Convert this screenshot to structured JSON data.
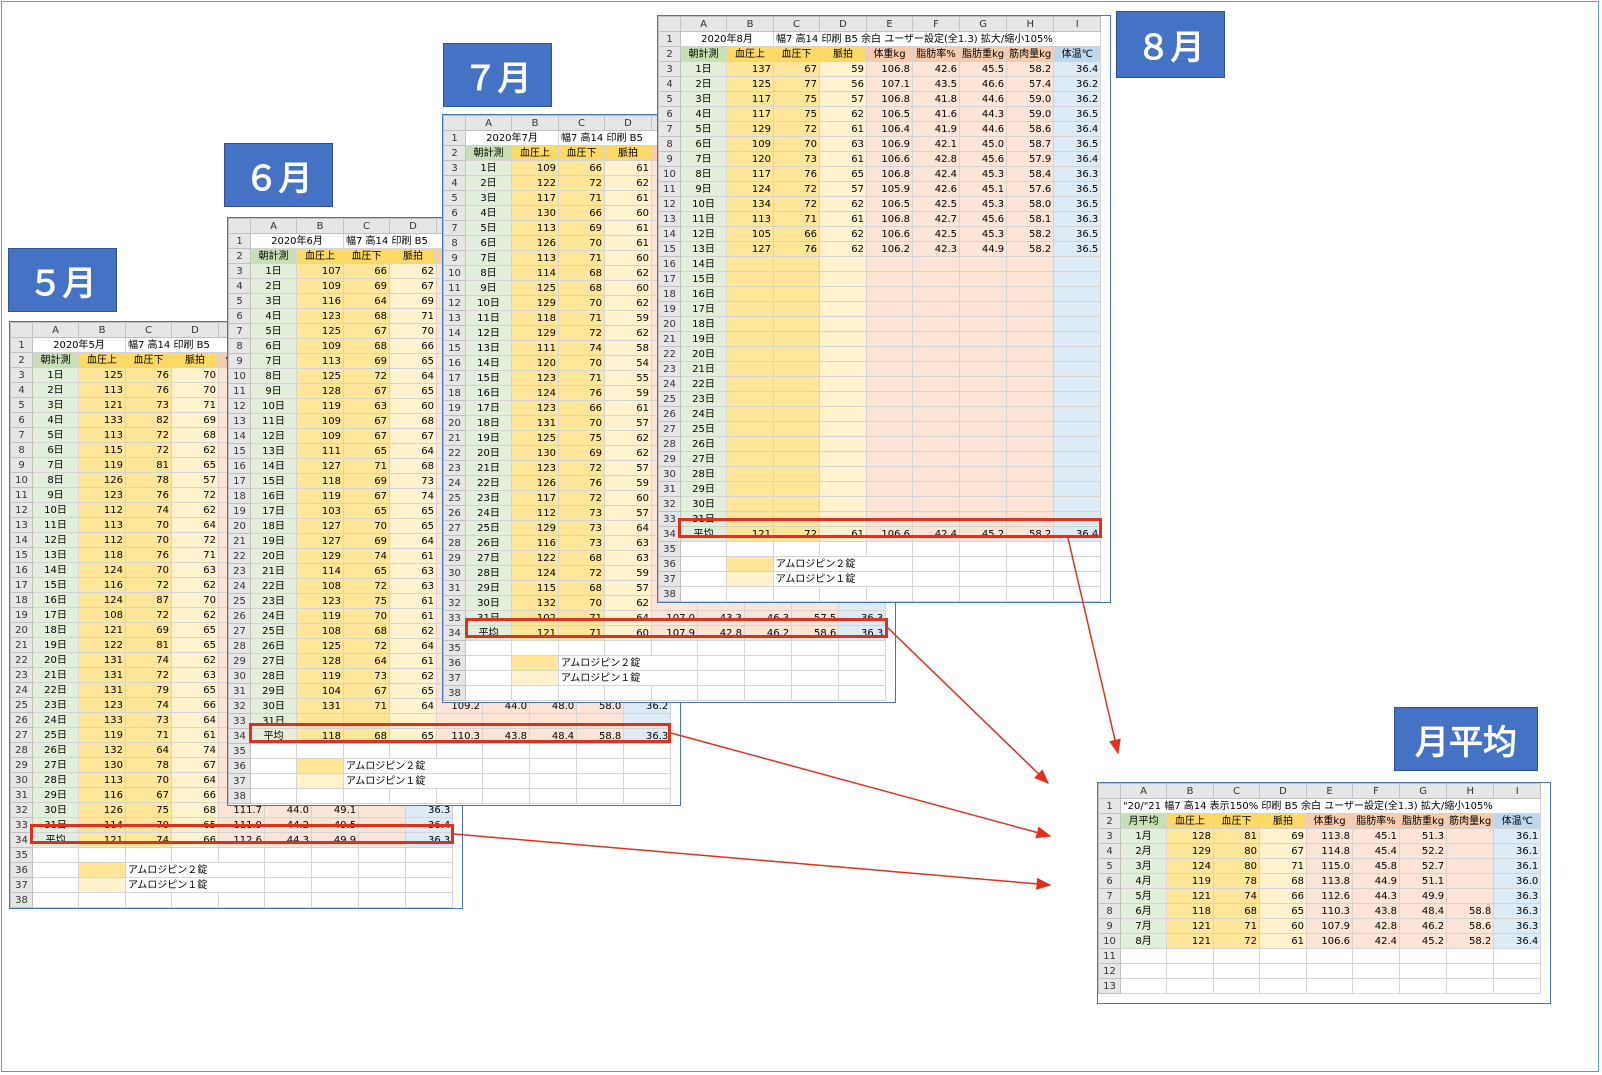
{
  "labels": {
    "may": "５月",
    "jun": "６月",
    "jul": "７月",
    "aug": "８月",
    "avg": "月平均"
  },
  "cols": [
    "A",
    "B",
    "C",
    "D",
    "E",
    "F",
    "G",
    "H",
    "I"
  ],
  "header_row": [
    "朝計測",
    "血圧上",
    "血圧下",
    "脈拍",
    "体重kg",
    "脂肪率%",
    "脂肪重kg",
    "筋肉量kg",
    "体温℃"
  ],
  "avg_header_row": [
    "月平均",
    "血圧上",
    "血圧下",
    "脈拍",
    "体重kg",
    "脂肪率%",
    "脂肪重kg",
    "筋肉量kg",
    "体温℃"
  ],
  "avg_label": "平均",
  "legend": {
    "two": "アムロジピン２錠",
    "one": "アムロジピン１錠"
  },
  "sheets": {
    "may": {
      "title_a": "2020年5月",
      "title_b": "幅7 高14 印刷 B5",
      "rows": [
        [
          "1日",
          125,
          76,
          70
        ],
        [
          "2日",
          113,
          76,
          70
        ],
        [
          "3日",
          121,
          73,
          71
        ],
        [
          "4日",
          133,
          82,
          69
        ],
        [
          "5日",
          113,
          72,
          68
        ],
        [
          "6日",
          115,
          72,
          62
        ],
        [
          "7日",
          119,
          81,
          65
        ],
        [
          "8日",
          126,
          78,
          57
        ],
        [
          "9日",
          123,
          76,
          72
        ],
        [
          "10日",
          112,
          74,
          62
        ],
        [
          "11日",
          113,
          70,
          64
        ],
        [
          "12日",
          112,
          70,
          72
        ],
        [
          "13日",
          118,
          76,
          71
        ],
        [
          "14日",
          124,
          70,
          63
        ],
        [
          "15日",
          116,
          72,
          62
        ],
        [
          "16日",
          124,
          87,
          70
        ],
        [
          "17日",
          108,
          72,
          62
        ],
        [
          "18日",
          121,
          69,
          65
        ],
        [
          "19日",
          122,
          81,
          65
        ],
        [
          "20日",
          131,
          74,
          62
        ],
        [
          "21日",
          131,
          72,
          63
        ],
        [
          "22日",
          131,
          79,
          65
        ],
        [
          "23日",
          123,
          74,
          66
        ],
        [
          "24日",
          133,
          73,
          64
        ],
        [
          "25日",
          119,
          71,
          61
        ],
        [
          "26日",
          132,
          64,
          74
        ],
        [
          "27日",
          130,
          78,
          67
        ],
        [
          "28日",
          113,
          70,
          64
        ],
        [
          "29日",
          116,
          67,
          66
        ],
        [
          "30日",
          126,
          75,
          68,
          "111.7",
          "44.0",
          "49.1",
          "",
          "36.3"
        ],
        [
          "31日",
          114,
          70,
          65,
          "111.9",
          "44.2",
          "49.5",
          "",
          "36.4"
        ]
      ],
      "avg": [
        121,
        74,
        66,
        "112.6",
        "44.3",
        "49.9",
        "",
        "36.3"
      ]
    },
    "jun": {
      "title_a": "2020年6月",
      "title_b": "幅7 高14 印刷 B5",
      "rows": [
        [
          "1日",
          107,
          66,
          62
        ],
        [
          "2日",
          109,
          69,
          67
        ],
        [
          "3日",
          116,
          64,
          69
        ],
        [
          "4日",
          123,
          68,
          71
        ],
        [
          "5日",
          125,
          67,
          70
        ],
        [
          "6日",
          109,
          68,
          66
        ],
        [
          "7日",
          113,
          69,
          65
        ],
        [
          "8日",
          125,
          72,
          64
        ],
        [
          "9日",
          128,
          67,
          65
        ],
        [
          "10日",
          119,
          63,
          60
        ],
        [
          "11日",
          109,
          67,
          68
        ],
        [
          "12日",
          109,
          67,
          67
        ],
        [
          "13日",
          111,
          65,
          64
        ],
        [
          "14日",
          127,
          71,
          68
        ],
        [
          "15日",
          118,
          69,
          73
        ],
        [
          "16日",
          119,
          67,
          74
        ],
        [
          "17日",
          103,
          65,
          65
        ],
        [
          "18日",
          127,
          70,
          65
        ],
        [
          "19日",
          127,
          69,
          64
        ],
        [
          "20日",
          129,
          74,
          61
        ],
        [
          "21日",
          114,
          65,
          63
        ],
        [
          "22日",
          108,
          72,
          63
        ],
        [
          "23日",
          123,
          75,
          61
        ],
        [
          "24日",
          119,
          70,
          61
        ],
        [
          "25日",
          108,
          68,
          62
        ],
        [
          "26日",
          125,
          72,
          64
        ],
        [
          "27日",
          128,
          64,
          61
        ],
        [
          "28日",
          119,
          73,
          62
        ],
        [
          "29日",
          104,
          67,
          65
        ],
        [
          "30日",
          131,
          71,
          64,
          "109.2",
          "44.0",
          "48.0",
          "58.0",
          "36.2"
        ],
        [
          "31日",
          "",
          "",
          "",
          "",
          "",
          "",
          "",
          ""
        ]
      ],
      "avg": [
        118,
        68,
        65,
        "110.3",
        "43.8",
        "48.4",
        "58.8",
        "36.3"
      ]
    },
    "jul": {
      "title_a": "2020年7月",
      "title_b": "幅7 高14 印刷 B5",
      "rows": [
        [
          "1日",
          109,
          66,
          61
        ],
        [
          "2日",
          122,
          72,
          62
        ],
        [
          "3日",
          117,
          71,
          61
        ],
        [
          "4日",
          130,
          66,
          60
        ],
        [
          "5日",
          113,
          69,
          61
        ],
        [
          "6日",
          126,
          70,
          61
        ],
        [
          "7日",
          113,
          71,
          60
        ],
        [
          "8日",
          114,
          68,
          62
        ],
        [
          "9日",
          125,
          68,
          60
        ],
        [
          "10日",
          129,
          70,
          62
        ],
        [
          "11日",
          118,
          71,
          59
        ],
        [
          "12日",
          129,
          72,
          62
        ],
        [
          "13日",
          111,
          74,
          58
        ],
        [
          "14日",
          120,
          70,
          54
        ],
        [
          "15日",
          123,
          71,
          55
        ],
        [
          "16日",
          124,
          76,
          59
        ],
        [
          "17日",
          123,
          66,
          61
        ],
        [
          "18日",
          131,
          70,
          57
        ],
        [
          "19日",
          125,
          75,
          62
        ],
        [
          "20日",
          130,
          69,
          62
        ],
        [
          "21日",
          123,
          72,
          57
        ],
        [
          "22日",
          126,
          76,
          59
        ],
        [
          "23日",
          117,
          72,
          60
        ],
        [
          "24日",
          112,
          73,
          57
        ],
        [
          "25日",
          129,
          73,
          64
        ],
        [
          "26日",
          116,
          73,
          63
        ],
        [
          "27日",
          122,
          68,
          63
        ],
        [
          "28日",
          124,
          72,
          59
        ],
        [
          "29日",
          115,
          68,
          57
        ],
        [
          "30日",
          132,
          70,
          62
        ],
        [
          "31日",
          102,
          71,
          64,
          "107.0",
          "43.3",
          "46.3",
          "57.5",
          "36.3"
        ]
      ],
      "avg": [
        121,
        71,
        60,
        "107.9",
        "42.8",
        "46.2",
        "58.6",
        "36.3"
      ]
    },
    "aug": {
      "title_a": "2020年8月",
      "title_b": "幅7 高14 印刷 B5 余白 ユーザー設定(全1.3) 拡大/縮小105%",
      "rows": [
        [
          "1日",
          137,
          67,
          59,
          "106.8",
          "42.6",
          "45.5",
          "58.2",
          "36.4"
        ],
        [
          "2日",
          125,
          77,
          56,
          "107.1",
          "43.5",
          "46.6",
          "57.4",
          "36.2"
        ],
        [
          "3日",
          117,
          75,
          57,
          "106.8",
          "41.8",
          "44.6",
          "59.0",
          "36.2"
        ],
        [
          "4日",
          117,
          75,
          62,
          "106.5",
          "41.6",
          "44.3",
          "59.0",
          "36.5"
        ],
        [
          "5日",
          129,
          72,
          61,
          "106.4",
          "41.9",
          "44.6",
          "58.6",
          "36.4"
        ],
        [
          "6日",
          109,
          70,
          63,
          "106.9",
          "42.1",
          "45.0",
          "58.7",
          "36.5"
        ],
        [
          "7日",
          120,
          73,
          61,
          "106.6",
          "42.8",
          "45.6",
          "57.9",
          "36.4"
        ],
        [
          "8日",
          117,
          76,
          65,
          "106.8",
          "42.4",
          "45.3",
          "58.4",
          "36.3"
        ],
        [
          "9日",
          124,
          72,
          57,
          "105.9",
          "42.6",
          "45.1",
          "57.6",
          "36.5"
        ],
        [
          "10日",
          134,
          72,
          62,
          "106.5",
          "42.5",
          "45.3",
          "58.0",
          "36.5"
        ],
        [
          "11日",
          113,
          71,
          61,
          "106.8",
          "42.7",
          "45.6",
          "58.1",
          "36.3"
        ],
        [
          "12日",
          105,
          66,
          62,
          "106.6",
          "42.5",
          "45.3",
          "58.2",
          "36.5"
        ],
        [
          "13日",
          127,
          76,
          62,
          "106.2",
          "42.3",
          "44.9",
          "58.2",
          "36.5"
        ],
        [
          "14日"
        ],
        [
          "15日"
        ],
        [
          "16日"
        ],
        [
          "17日"
        ],
        [
          "18日"
        ],
        [
          "19日"
        ],
        [
          "20日"
        ],
        [
          "21日"
        ],
        [
          "22日"
        ],
        [
          "23日"
        ],
        [
          "24日"
        ],
        [
          "25日"
        ],
        [
          "26日"
        ],
        [
          "27日"
        ],
        [
          "28日"
        ],
        [
          "29日"
        ],
        [
          "30日"
        ],
        [
          "31日"
        ]
      ],
      "avg": [
        121,
        72,
        61,
        "106.6",
        "42.4",
        "45.2",
        "58.2",
        "36.4"
      ]
    },
    "avg": {
      "title_a": "\"20/\"21 幅7 高14 表示150% 印刷 B5 余白 ユーザー設定(全1.3) 拡大/縮小105%",
      "rows": [
        [
          "1月",
          128,
          81,
          69,
          "113.8",
          "45.1",
          "51.3",
          "",
          "36.1"
        ],
        [
          "2月",
          129,
          80,
          67,
          "114.8",
          "45.4",
          "52.2",
          "",
          "36.1"
        ],
        [
          "3月",
          124,
          80,
          71,
          "115.0",
          "45.8",
          "52.7",
          "",
          "36.1"
        ],
        [
          "4月",
          119,
          78,
          68,
          "113.8",
          "44.9",
          "51.1",
          "",
          "36.0"
        ],
        [
          "5月",
          121,
          74,
          66,
          "112.6",
          "44.3",
          "49.9",
          "",
          "36.3"
        ],
        [
          "6月",
          118,
          68,
          65,
          "110.3",
          "43.8",
          "48.4",
          "58.8",
          "36.3"
        ],
        [
          "7月",
          121,
          71,
          60,
          "107.9",
          "42.8",
          "46.2",
          "58.6",
          "36.3"
        ],
        [
          "8月",
          121,
          72,
          61,
          "106.6",
          "42.4",
          "45.2",
          "58.2",
          "36.4"
        ]
      ]
    }
  },
  "colors": {
    "label_bg": "#4472c4",
    "arrow": "#e0301e",
    "highlight_border": "#e0301e"
  }
}
